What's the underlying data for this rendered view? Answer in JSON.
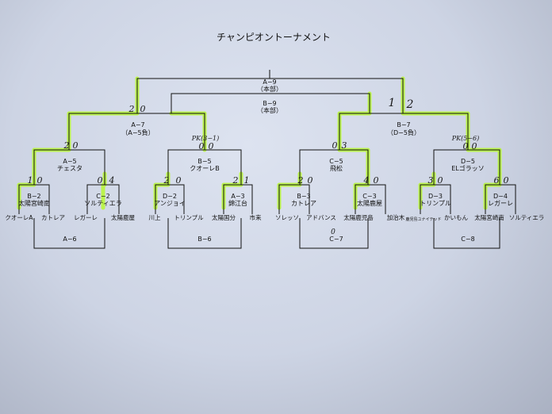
{
  "title": "チャンピオントーナメント",
  "matches": {
    "a9": {
      "code": "A−9",
      "note": "（本部）"
    },
    "b9": {
      "code": "B−9",
      "note": "（本部）"
    },
    "a7": {
      "code": "A−7",
      "note": "（A−5負）"
    },
    "b7": {
      "code": "B−7",
      "note": "（D−5負）"
    },
    "a5": {
      "code": "A−5",
      "venue": "チェスタ"
    },
    "b5": {
      "code": "B−5",
      "venue": "クオーレB"
    },
    "c5": {
      "code": "C−5",
      "venue": "飛松"
    },
    "d5": {
      "code": "D−5",
      "venue": "ELゴラッソ"
    },
    "b2": {
      "code": "B−2",
      "venue": "太陽宮崎南"
    },
    "c2": {
      "code": "C−2",
      "venue": "ソルティエラ"
    },
    "d2": {
      "code": "D−2",
      "venue": "アンジョイ"
    },
    "a3": {
      "code": "A−3",
      "venue": "錦江台"
    },
    "b3": {
      "code": "B−3",
      "venue": "カトレア"
    },
    "c3": {
      "code": "C−3",
      "venue": "太陽鹿屋"
    },
    "d3": {
      "code": "D−3",
      "venue": "トリンプル"
    },
    "d4": {
      "code": "D−4",
      "venue": "レガーレ"
    },
    "a6": {
      "code": "A−6"
    },
    "b6": {
      "code": "B−6"
    },
    "c7": {
      "code": "C−7"
    },
    "c8": {
      "code": "C−8"
    }
  },
  "teams": [
    "クオーレA",
    "カトレア",
    "レガーレ",
    "太陽鹿屋",
    "川上",
    "トリンプル",
    "太陽国分",
    "市来",
    "ソレッソ",
    "アドバンス",
    "太陽鹿児島",
    "加治木",
    "鹿児島ユナイテッド",
    "かいもん",
    "太陽宮崎南",
    "ソルティエラ"
  ],
  "handwritten": {
    "a7_left": "2",
    "a7_right": "0",
    "b7_left": "1",
    "b7_right": "2",
    "a5_left": "2",
    "a5_right": "0",
    "b5_pk": "PK(3−1)",
    "b5_left": "0",
    "b5_right": "0",
    "c5_left": "0",
    "c5_right": "3",
    "d5_pk": "PK(5−6)",
    "d5_left": "0",
    "d5_right": "0",
    "b2_left": "1",
    "b2_right": "0",
    "c2_left": "0",
    "c2_right": "4",
    "d2_left": "2",
    "d2_right": "0",
    "a3_left": "2",
    "a3_right": "1",
    "b3_left": "2",
    "b3_right": "0",
    "c3_left": "4",
    "c3_right": "0",
    "d3_left": "3",
    "d3_right": "0",
    "d4_left": "6",
    "d4_right": "0",
    "c7_mark": "0"
  }
}
